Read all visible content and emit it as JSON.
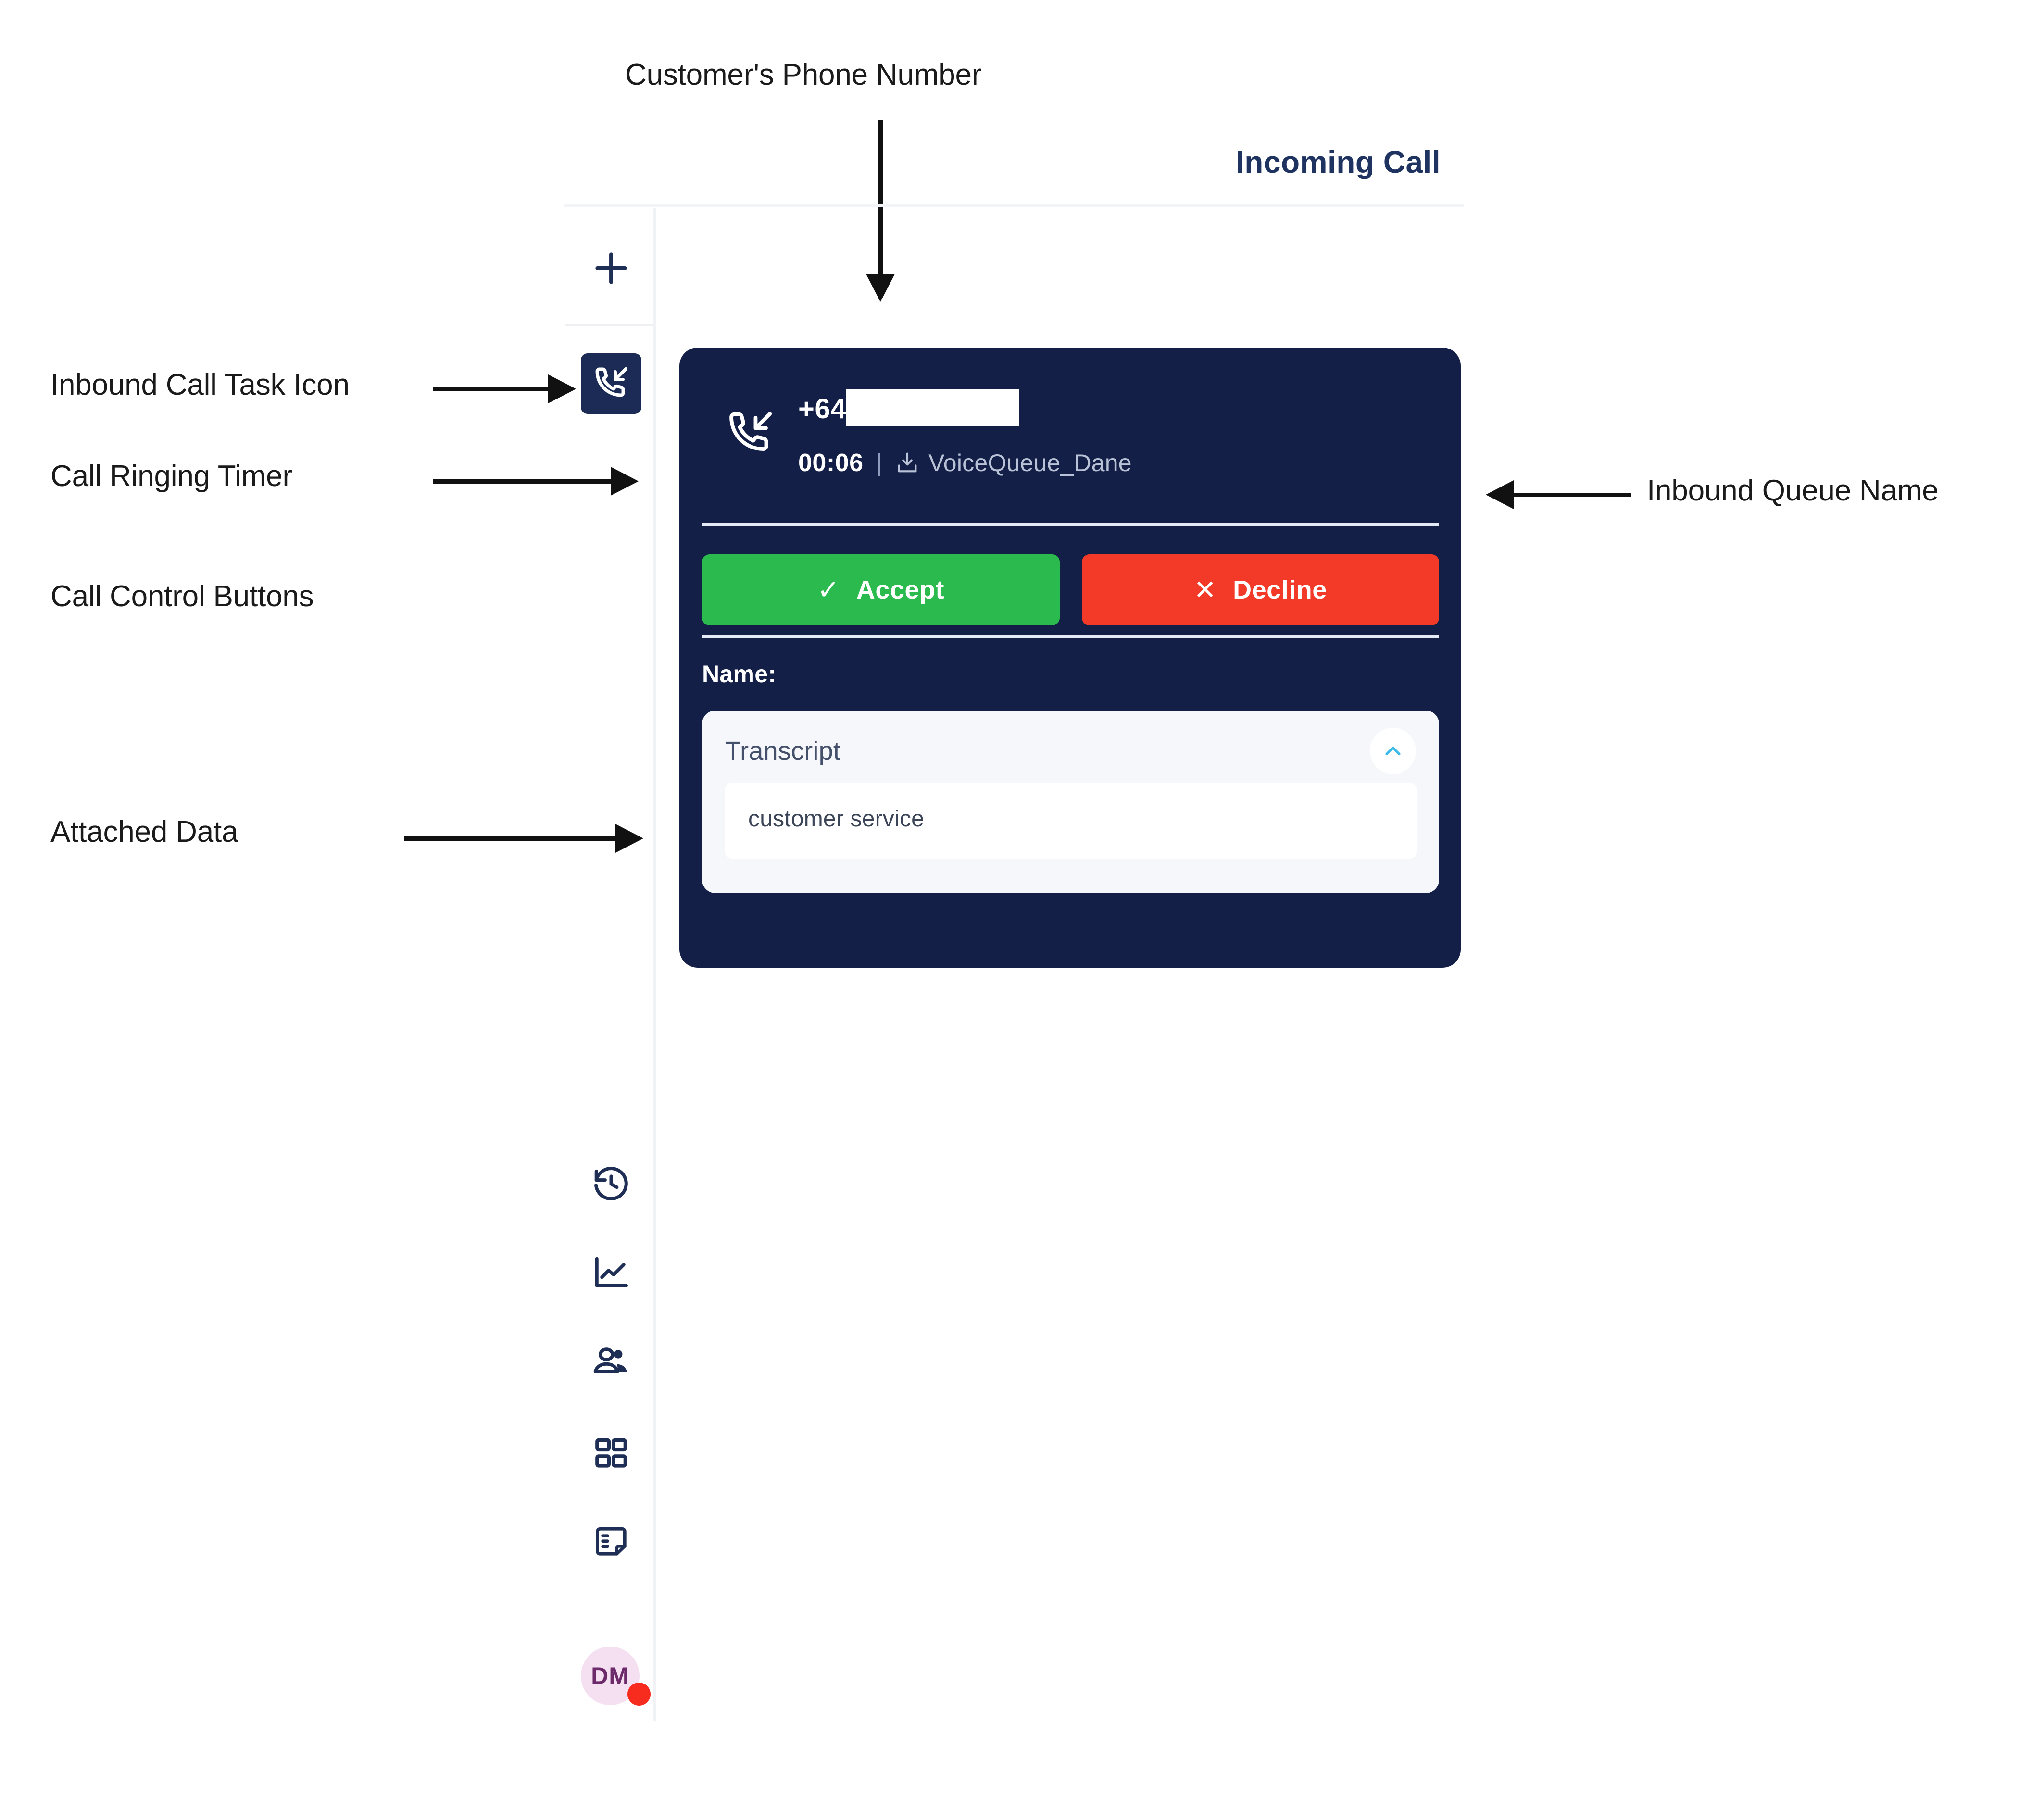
{
  "annotations": [
    {
      "id": "customers-phone-number",
      "label": "Customer's Phone Number"
    },
    {
      "id": "inbound-call-task-icon",
      "label": "Inbound Call Task Icon"
    },
    {
      "id": "call-ringing-timer",
      "label": "Call Ringing Timer"
    },
    {
      "id": "call-control-buttons",
      "label": "Call Control Buttons"
    },
    {
      "id": "attached-data",
      "label": "Attached Data"
    },
    {
      "id": "inbound-queue-name",
      "label": "Inbound Queue Name"
    }
  ],
  "header": {
    "title": "Incoming Call"
  },
  "sidebar": {
    "items": [
      {
        "name": "add-task",
        "icon": "plus-icon",
        "active": false
      },
      {
        "name": "inbound-call-task",
        "icon": "phone-incoming-icon",
        "active": true
      },
      {
        "name": "history",
        "icon": "history-icon",
        "active": false
      },
      {
        "name": "analytics",
        "icon": "line-chart-icon",
        "active": false
      },
      {
        "name": "contacts",
        "icon": "contacts-icon",
        "active": false
      },
      {
        "name": "apps",
        "icon": "grid-apps-icon",
        "active": false
      },
      {
        "name": "notes",
        "icon": "note-icon",
        "active": false
      }
    ],
    "avatar": {
      "initials": "DM",
      "status": "busy",
      "status_color": "#f82c1e",
      "background_color": "#f4e0f0"
    }
  },
  "call_card": {
    "direction_icon": "phone-incoming-icon",
    "phone_number": "+64",
    "phone_number_redacted": true,
    "timer": "00:06",
    "separator": "|",
    "queue_icon": "queue-download-icon",
    "queue_name": "VoiceQueue_Dane",
    "buttons": [
      {
        "name": "accept",
        "label": "Accept",
        "glyph": "✓",
        "color": "#2bba4e"
      },
      {
        "name": "decline",
        "label": "Decline",
        "glyph": "✕",
        "color": "#f33a28"
      }
    ],
    "attached_data": {
      "name_label": "Name:",
      "name_value": "",
      "transcript": {
        "title": "Transcript",
        "collapse_icon": "chevron-up-icon",
        "expanded": true,
        "value": "customer service"
      }
    },
    "colors": {
      "card_background": "#141f47",
      "accept": "#2bba4e",
      "decline": "#f33a28",
      "panel_background": "#f5f7fb",
      "accent": "#3dbbe8",
      "title": "#1f3361"
    }
  }
}
